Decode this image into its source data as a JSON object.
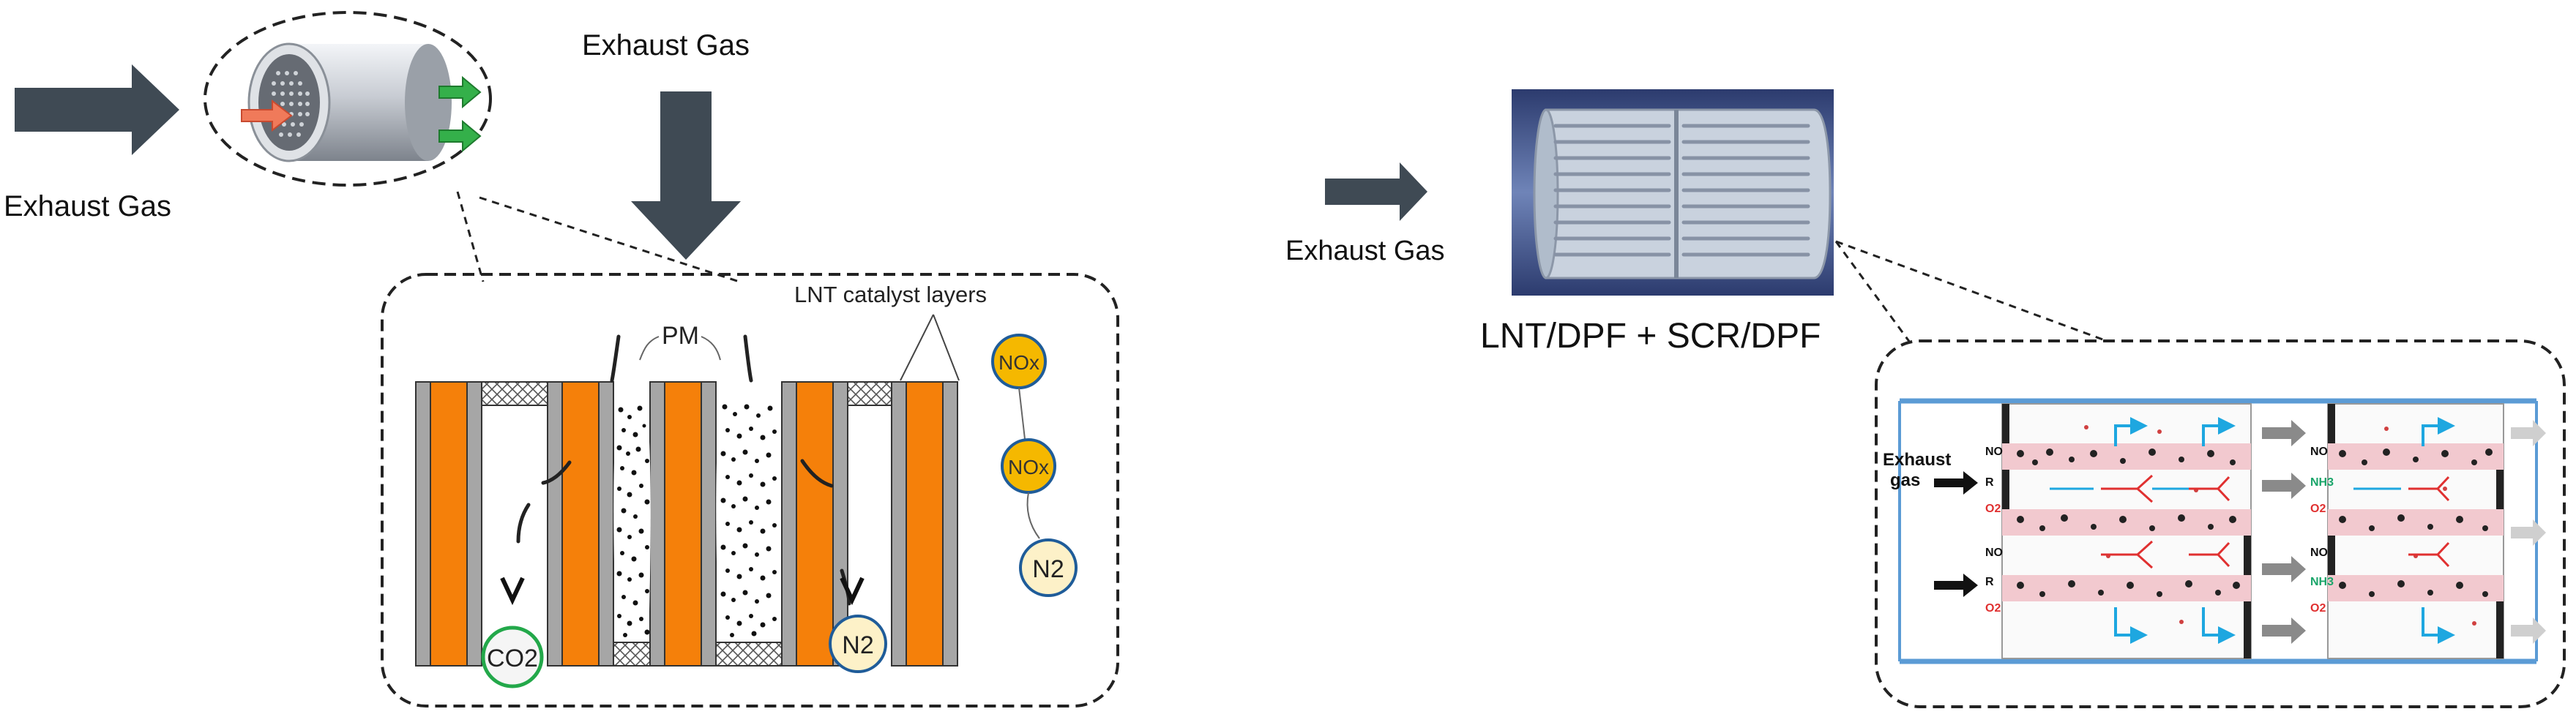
{
  "left_diagram": {
    "exhaust_gas_left": "Exhaust Gas",
    "exhaust_gas_top": "Exhaust Gas",
    "lnt_catalyst_layers": "LNT catalyst layers",
    "pm_label": "PM",
    "nox_1": "NOx",
    "nox_2": "NOx",
    "n2_right": "N2",
    "n2_bottom": "N2",
    "co2": "CO2"
  },
  "right_diagram": {
    "exhaust_gas": "Exhaust Gas",
    "filter_title": "LNT/DPF + SCR/DPF",
    "inset_exhaust": "Exhaust",
    "inset_gas": "gas",
    "inset_channel_labels": [
      "NO",
      "R",
      "O2",
      "NO",
      "R",
      "O2"
    ],
    "inset_scr_labels": [
      "NO",
      "NH3",
      "O2",
      "NO",
      "NH3",
      "O2"
    ]
  },
  "colors": {
    "arrow": "#3f4a54",
    "substrate": "#f5800a",
    "wall": "#a6a6a6",
    "nox_fill": "#f5b800",
    "n2_fill": "#fdf1c8",
    "circle_border": "#1f5c99",
    "co2_border": "#23a84a",
    "inset_frame": "#5b9bd5",
    "inset_pink": "#f2c9cf",
    "inset_cyan": "#1ea7e0",
    "inset_red": "#e03030"
  },
  "icons": [
    "arrow-right-icon",
    "arrow-down-icon",
    "catalyst-cylinder-icon",
    "filter-module-icon"
  ]
}
